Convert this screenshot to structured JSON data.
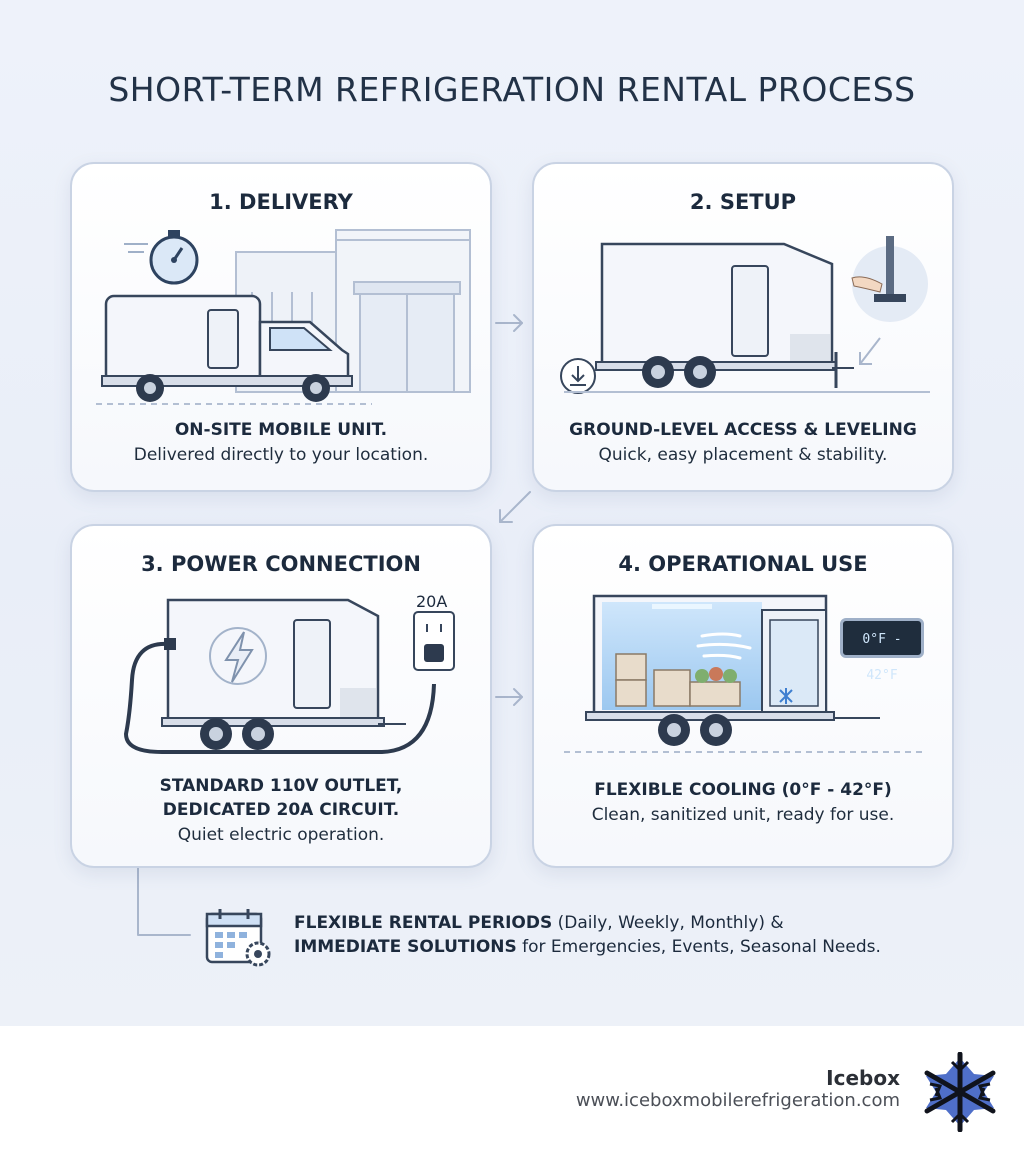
{
  "title": "SHORT-TERM REFRIGERATION RENTAL PROCESS",
  "steps": [
    {
      "title": "1. DELIVERY",
      "caption_bold": [
        "ON-SITE MOBILE UNIT."
      ],
      "caption": [
        "Delivered directly to your location."
      ],
      "icons": [
        "stopwatch-icon",
        "truck-icon",
        "building-icon"
      ]
    },
    {
      "title": "2. SETUP",
      "caption_bold": [
        "GROUND-LEVEL ACCESS & LEVELING"
      ],
      "caption": [
        "Quick, easy placement & stability."
      ],
      "icons": [
        "trailer-icon",
        "leveling-jack-icon",
        "ground-level-icon"
      ]
    },
    {
      "title": "3. POWER CONNECTION",
      "caption_bold": [
        "STANDARD 110V OUTLET,",
        "DEDICATED 20A CIRCUIT."
      ],
      "caption": [
        "Quiet electric operation."
      ],
      "outlet_label": "20A",
      "icons": [
        "trailer-icon",
        "lightning-icon",
        "outlet-icon",
        "power-cord-icon"
      ]
    },
    {
      "title": "4. OPERATIONAL USE",
      "caption_bold": [
        "FLEXIBLE COOLING (0°F - 42°F)"
      ],
      "caption": [
        "Clean, sanitized unit, ready for use."
      ],
      "display_text": "0°F - 42°F",
      "icons": [
        "trailer-icon",
        "cold-air-icon",
        "produce-crate-icon",
        "snowflake-icon"
      ]
    }
  ],
  "footer": {
    "line1_bold": "FLEXIBLE RENTAL PERIODS",
    "line1_rest": " (Daily, Weekly, Monthly) &",
    "line2_bold": "IMMEDIATE SOLUTIONS",
    "line2_rest": " for Emergencies, Events, Seasonal Needs.",
    "icon": "calendar-gear-icon"
  },
  "brand": {
    "name": "Icebox",
    "url": "www.iceboxmobilerefrigeration.com",
    "logo_icon": "snowflake-logo-icon"
  },
  "colors": {
    "accent": "#3f7fd0",
    "ink": "#1c2a3d",
    "card_border": "#c9d3e4",
    "cold_blue": "#9cc8f0"
  }
}
